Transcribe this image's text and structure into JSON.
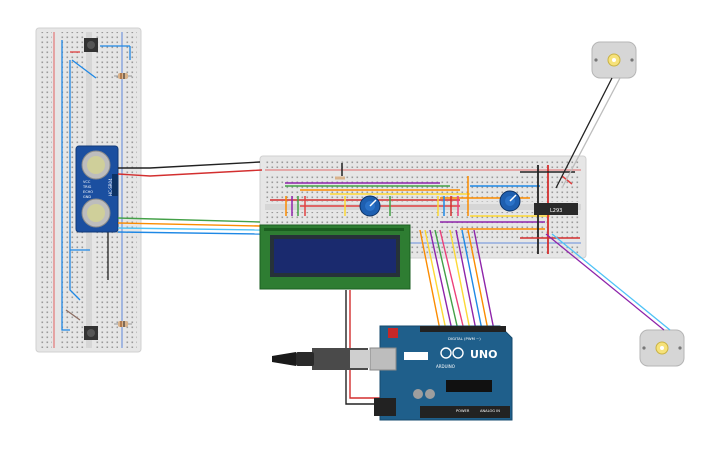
{
  "arduino": {
    "logo_text": "UNO",
    "brand_text": "ARDUINO",
    "header_digital": "DIGITAL (PWM ~)",
    "header_power": "POWER",
    "header_analog": "ANALOG IN",
    "board_color": "#1f5f8b"
  },
  "sensor": {
    "label_vcc": "VCC",
    "label_trig": "TRIG",
    "label_echo": "ECHO",
    "label_gnd": "GND",
    "model": "HC-SR04",
    "board_color": "#1b4fa0"
  },
  "driver_chip": {
    "label": "L293"
  },
  "lcd": {
    "pcb_color": "#2e7d32",
    "screen_color": "#1a2a6e"
  },
  "wire_colors": {
    "red": "#d32f2f",
    "black": "#222222",
    "blue": "#1e88e5",
    "green": "#43a047",
    "yellow": "#fdd835",
    "orange": "#fb8c00",
    "purple": "#8e24aa",
    "pink": "#ec407a",
    "cyan": "#4fc3f7",
    "brown": "#8d6e63"
  },
  "motor_icons": [
    "dc-motor-icon",
    "dc-motor-icon"
  ]
}
